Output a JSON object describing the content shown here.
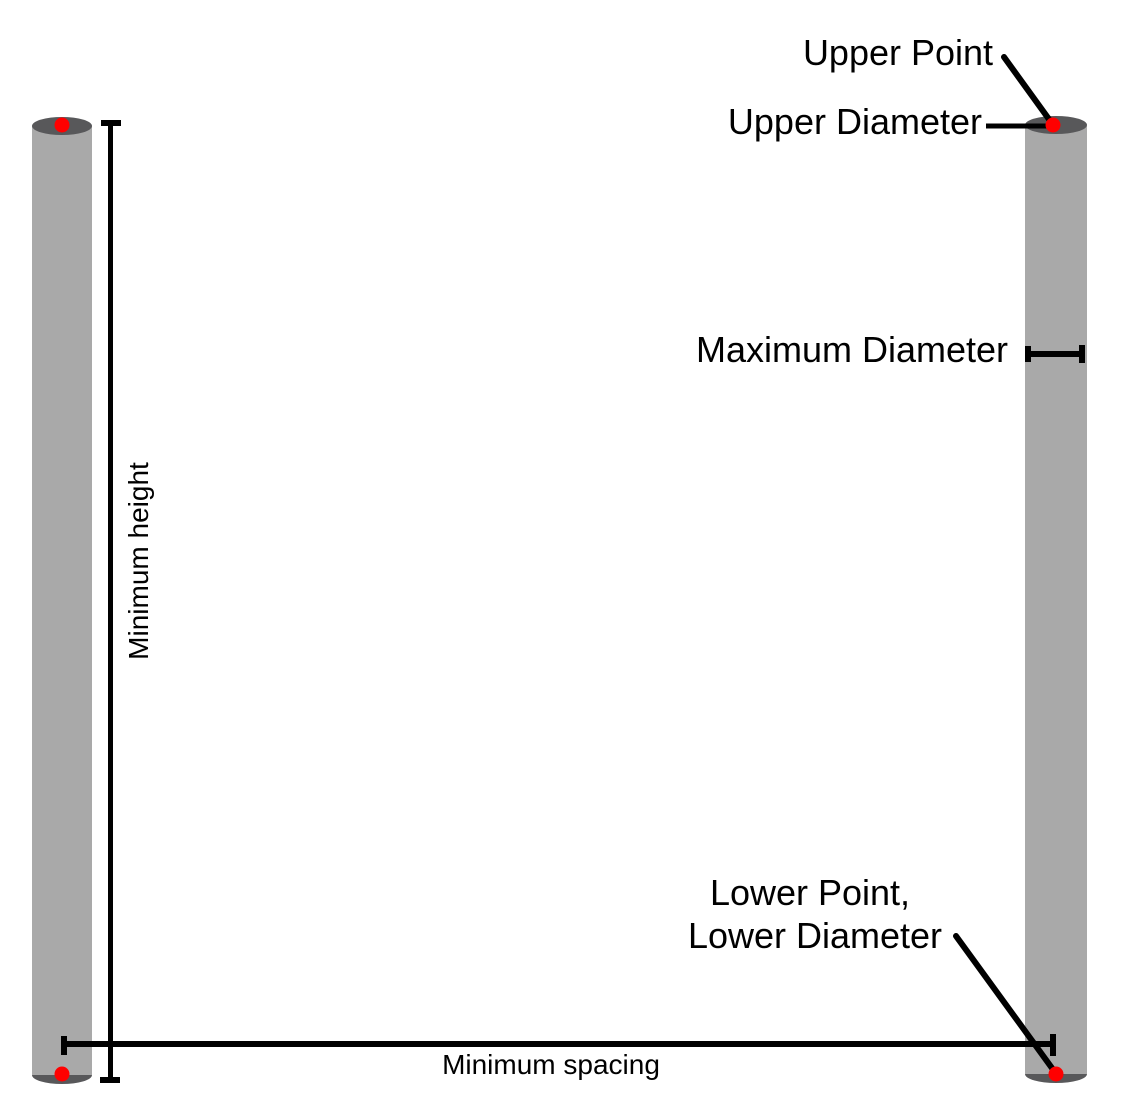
{
  "diagram": {
    "labels": {
      "upper_point": "Upper Point",
      "upper_diameter": "Upper Diameter",
      "maximum_diameter": "Maximum Diameter",
      "lower_point": "Lower Point,",
      "lower_diameter": "Lower Diameter",
      "minimum_height": "Minimum height",
      "minimum_spacing": "Minimum spacing"
    },
    "colors": {
      "trunk_fill": "#a9a9a9",
      "trunk_cap_fill": "#58585a",
      "marker": "#ff0000",
      "line": "#000000",
      "background": "#ffffff"
    }
  }
}
